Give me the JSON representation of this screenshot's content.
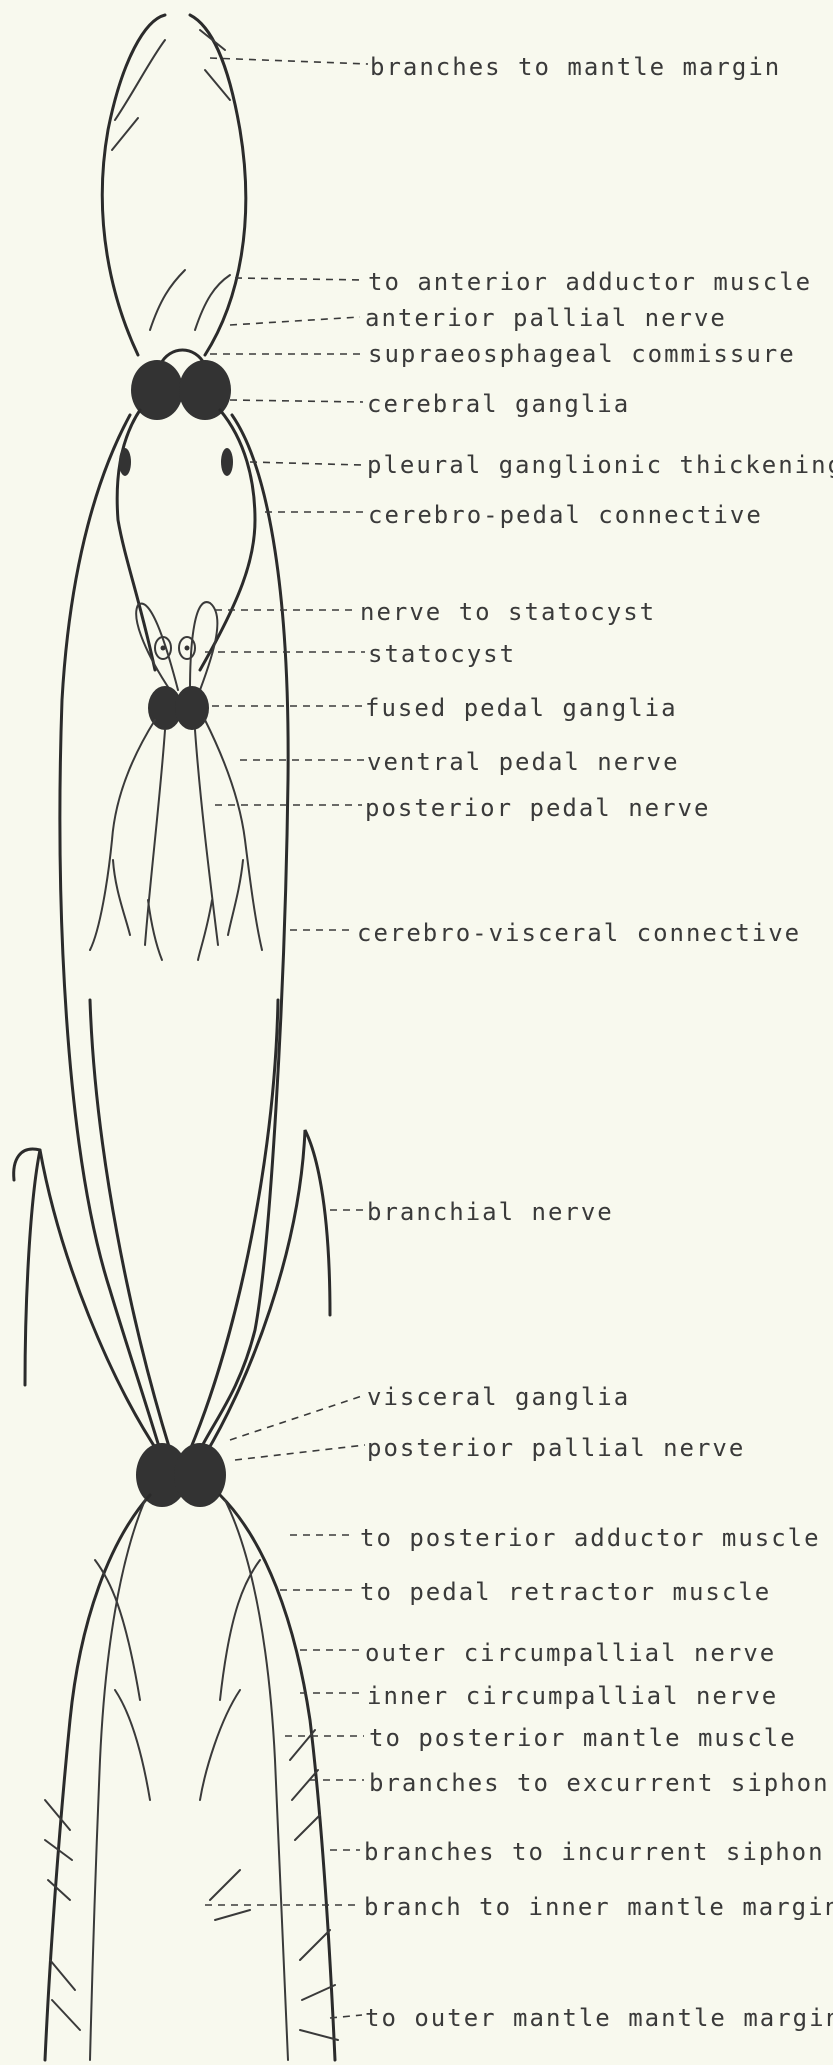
{
  "labels": {
    "mantle_branches": "branches to mantle margin",
    "ant_adductor": "to anterior adductor muscle",
    "ant_pallial": "anterior pallial nerve",
    "supraesophageal": "supraeosphageal commissure",
    "cerebral": "cerebral ganglia",
    "pleural": "pleural ganglionic thickening",
    "cerebro_pedal": "cerebro-pedal connective",
    "statocyst_nerve": "nerve to statocyst",
    "statocyst": "statocyst",
    "pedal_ganglia": "fused pedal ganglia",
    "ventral_pedal": "ventral pedal nerve",
    "posterior_pedal": "posterior pedal nerve",
    "cerebro_visceral": "cerebro-visceral connective",
    "branchial": "branchial nerve",
    "visceral": "visceral ganglia",
    "post_pallial": "posterior pallial nerve",
    "post_adductor": "to posterior adductor muscle",
    "pedal_retractor": "to pedal retractor muscle",
    "outer_circum": "outer circumpallial nerve",
    "inner_circum": "inner circumpallial nerve",
    "post_mantle": "to posterior mantle muscle",
    "excurrent": "branches to excurrent siphon",
    "incurrent": "branches to incurrent siphon",
    "inner_margin": "branch to inner mantle margin",
    "outer_margin": "to outer mantle mantle margin"
  }
}
